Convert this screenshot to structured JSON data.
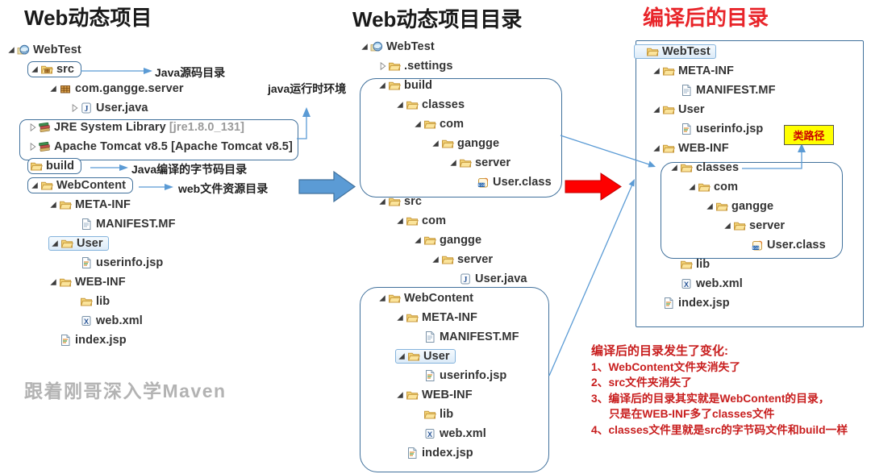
{
  "colors": {
    "box_blue": "#41719C",
    "line_blue": "#5B9BD5",
    "block_arrow_blue": "#5B9BD5",
    "block_arrow_red": "#FE0000",
    "block_arrow_red_edge": "#C00000",
    "note_red": "#C81E1E",
    "title_red": "#E8252A",
    "classpath_bg": "#FFFF00",
    "classpath_text": "#CC0000",
    "folder_yellow": "#F3D375"
  },
  "watermark": "跟着刚哥深入学Maven",
  "classpath_label": "类路径",
  "annotations": {
    "src": "Java源码目录",
    "runtime": "java运行时环境",
    "build": "Java编译的字节码目录",
    "webcontent": "web文件资源目录"
  },
  "notes": {
    "heading": "编译后的目录发生了变化:",
    "items": [
      {
        "text": "1、WebContent文件夹消失了",
        "indent": false
      },
      {
        "text": "2、src文件夹消失了",
        "indent": false
      },
      {
        "text": "3、编译后的目录其实就是WebContent的目录，",
        "indent": false
      },
      {
        "text": "只是在WEB-INF多了classes文件",
        "indent": true
      },
      {
        "text": "4、classes文件里就是src的字节码文件和build一样",
        "indent": false
      }
    ]
  },
  "panels": {
    "left": {
      "title": "Web动态项目",
      "title_color": "#1a1a1a",
      "rows": [
        {
          "label": "WebTest",
          "icon": "project",
          "level": 0,
          "exp": "open"
        },
        {
          "label": "src",
          "icon": "srcfolder",
          "level": 1,
          "exp": "open",
          "box": true
        },
        {
          "label": "com.gangge.server",
          "icon": "package",
          "level": 2,
          "exp": "open"
        },
        {
          "label": "User.java",
          "icon": "javafile",
          "level": 3,
          "exp": "closed"
        },
        {
          "label": "JRE System Library",
          "suffix": "[jre1.8.0_131]",
          "icon": "library",
          "level": 1,
          "exp": "closed"
        },
        {
          "label": "Apache Tomcat v8.5 [Apache Tomcat v8.5]",
          "icon": "library",
          "level": 1,
          "exp": "closed"
        },
        {
          "label": "build",
          "icon": "folder",
          "level": 1,
          "box": true
        },
        {
          "label": "WebContent",
          "icon": "folder",
          "level": 1,
          "exp": "open",
          "box": true
        },
        {
          "label": "META-INF",
          "icon": "folder",
          "level": 2,
          "exp": "open"
        },
        {
          "label": "MANIFEST.MF",
          "icon": "textfile",
          "level": 3
        },
        {
          "label": "User",
          "icon": "folder",
          "level": 2,
          "exp": "open",
          "sel": true
        },
        {
          "label": "userinfo.jsp",
          "icon": "jspfile",
          "level": 3
        },
        {
          "label": "WEB-INF",
          "icon": "folder",
          "level": 2,
          "exp": "open"
        },
        {
          "label": "lib",
          "icon": "folder",
          "level": 3
        },
        {
          "label": "web.xml",
          "icon": "xmlfile",
          "level": 3
        },
        {
          "label": "index.jsp",
          "icon": "jspfile",
          "level": 2
        }
      ]
    },
    "middle": {
      "title": "Web动态项目目录",
      "title_color": "#1a1a1a",
      "rows": [
        {
          "label": "WebTest",
          "icon": "project",
          "level": 0,
          "exp": "open"
        },
        {
          "label": ".settings",
          "icon": "folder",
          "level": 1,
          "exp": "closed"
        },
        {
          "label": "build",
          "icon": "folder",
          "level": 1,
          "exp": "open"
        },
        {
          "label": "classes",
          "icon": "folder",
          "level": 2,
          "exp": "open"
        },
        {
          "label": "com",
          "icon": "folder",
          "level": 3,
          "exp": "open"
        },
        {
          "label": "gangge",
          "icon": "folder",
          "level": 4,
          "exp": "open"
        },
        {
          "label": "server",
          "icon": "folder",
          "level": 5,
          "exp": "open"
        },
        {
          "label": "User.class",
          "icon": "classfile",
          "level": 6
        },
        {
          "label": "src",
          "icon": "folder",
          "level": 1,
          "exp": "open"
        },
        {
          "label": "com",
          "icon": "folder",
          "level": 2,
          "exp": "open"
        },
        {
          "label": "gangge",
          "icon": "folder",
          "level": 3,
          "exp": "open"
        },
        {
          "label": "server",
          "icon": "folder",
          "level": 4,
          "exp": "open"
        },
        {
          "label": "User.java",
          "icon": "javafile",
          "level": 5
        },
        {
          "label": "WebContent",
          "icon": "folder",
          "level": 1,
          "exp": "open"
        },
        {
          "label": "META-INF",
          "icon": "folder",
          "level": 2,
          "exp": "open"
        },
        {
          "label": "MANIFEST.MF",
          "icon": "textfile",
          "level": 3
        },
        {
          "label": "User",
          "icon": "folder",
          "level": 2,
          "exp": "open",
          "sel": true
        },
        {
          "label": "userinfo.jsp",
          "icon": "jspfile",
          "level": 3
        },
        {
          "label": "WEB-INF",
          "icon": "folder",
          "level": 2,
          "exp": "open"
        },
        {
          "label": "lib",
          "icon": "folder",
          "level": 3
        },
        {
          "label": "web.xml",
          "icon": "xmlfile",
          "level": 3
        },
        {
          "label": "index.jsp",
          "icon": "jspfile",
          "level": 2
        }
      ]
    },
    "right": {
      "title": "编译后的目录",
      "title_color": "#E8252A",
      "rows": [
        {
          "label": "WebTest",
          "icon": "folder",
          "level": 0,
          "sel": true
        },
        {
          "label": "META-INF",
          "icon": "folder",
          "level": 1,
          "exp": "open"
        },
        {
          "label": "MANIFEST.MF",
          "icon": "textfile",
          "level": 2
        },
        {
          "label": "User",
          "icon": "folder",
          "level": 1,
          "exp": "open"
        },
        {
          "label": "userinfo.jsp",
          "icon": "jspfile",
          "level": 2
        },
        {
          "label": "WEB-INF",
          "icon": "folder",
          "level": 1,
          "exp": "open"
        },
        {
          "label": "classes",
          "icon": "folder",
          "level": 2,
          "exp": "open"
        },
        {
          "label": "com",
          "icon": "folder",
          "level": 3,
          "exp": "open"
        },
        {
          "label": "gangge",
          "icon": "folder",
          "level": 4,
          "exp": "open"
        },
        {
          "label": "server",
          "icon": "folder",
          "level": 5,
          "exp": "open"
        },
        {
          "label": "User.class",
          "icon": "classfile",
          "level": 6
        },
        {
          "label": "lib",
          "icon": "folder",
          "level": 2
        },
        {
          "label": "web.xml",
          "icon": "xmlfile",
          "level": 2
        },
        {
          "label": "index.jsp",
          "icon": "jspfile",
          "level": 1
        }
      ]
    }
  }
}
